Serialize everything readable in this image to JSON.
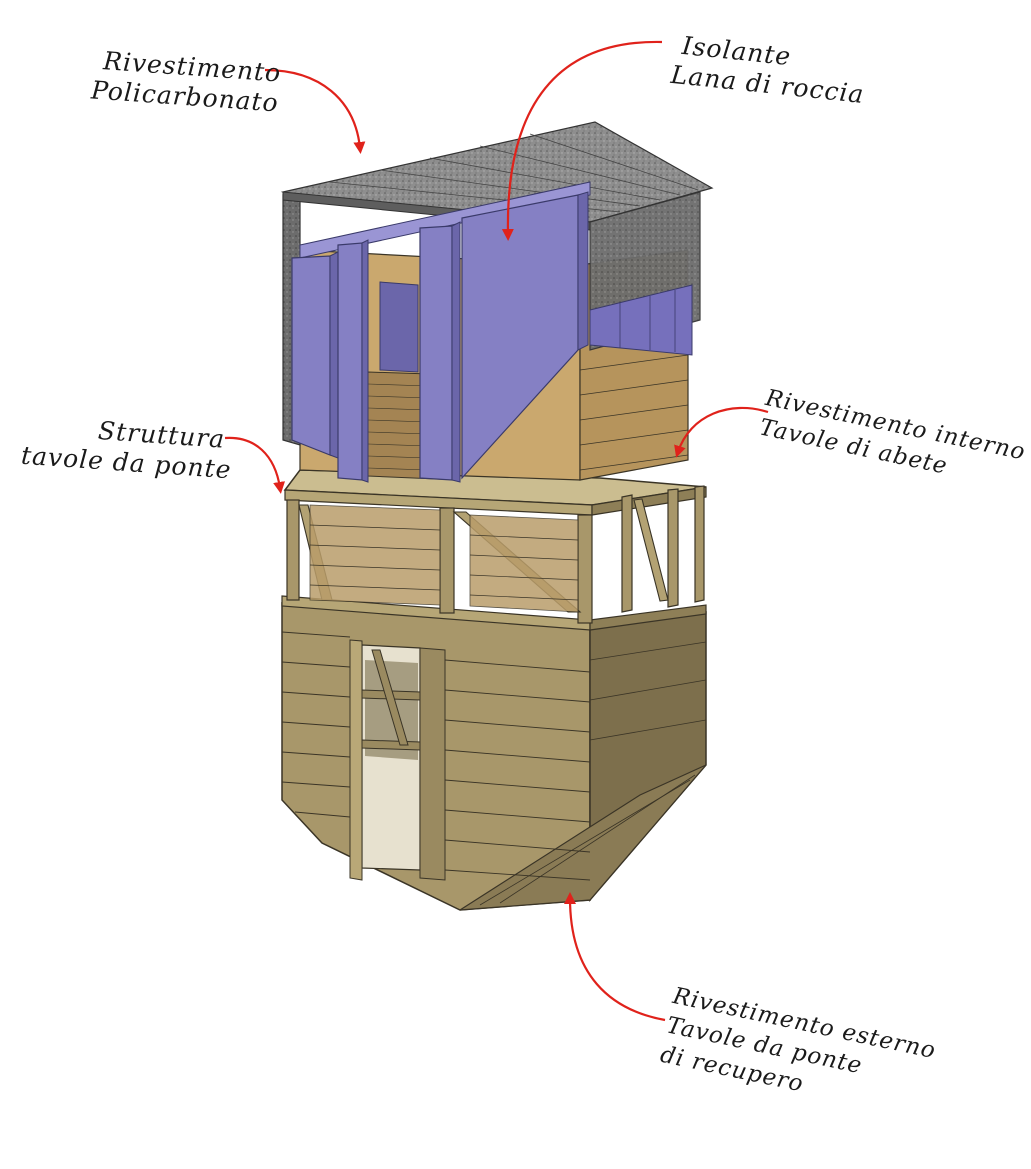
{
  "labels": {
    "policarbonato": {
      "line1": "Rivestimento",
      "line2": "Policarbonato"
    },
    "isolante": {
      "line1": "Isolante",
      "line2": "Lana di roccia"
    },
    "struttura": {
      "line1": "Struttura",
      "line2": "tavole da ponte"
    },
    "interno": {
      "line1": "Rivestimento interno",
      "line2": "Tavole di abete"
    },
    "esterno": {
      "line1": "Rivestimento esterno",
      "line2": "Tavole da ponte",
      "line3": "di recupero"
    }
  },
  "colors": {
    "arrow": "#e0221b",
    "insulation": "#8580c4",
    "polycarbonate": "#8c8c8c",
    "fir": "#c9a46a",
    "scaffold_wood": "#9f8e63",
    "outline": "#3a3426"
  }
}
